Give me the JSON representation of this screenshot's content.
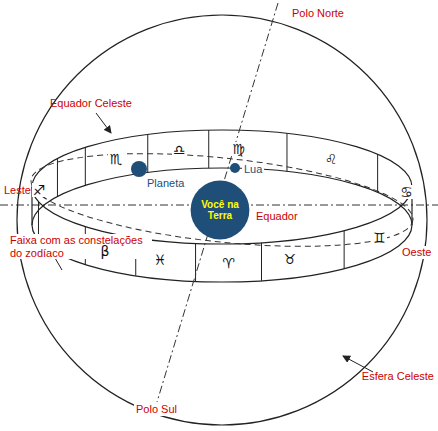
{
  "diagram": {
    "nodes": [
      {
        "text": [
          "Você na Terra"
        ]
      }
    ],
    "labels": [
      "Polo Norte",
      "Equador Celeste",
      "Leste",
      "Planeta",
      "Lua",
      "Equador",
      "Faixa com as constelações do zodíaco",
      "Oeste",
      "Esfera Celeste",
      "Polo Sul",
      "♐",
      "♏",
      "♎",
      "♍",
      "♌",
      "♋",
      "β",
      "♓",
      "♈",
      "♉",
      "♊"
    ]
  }
}
